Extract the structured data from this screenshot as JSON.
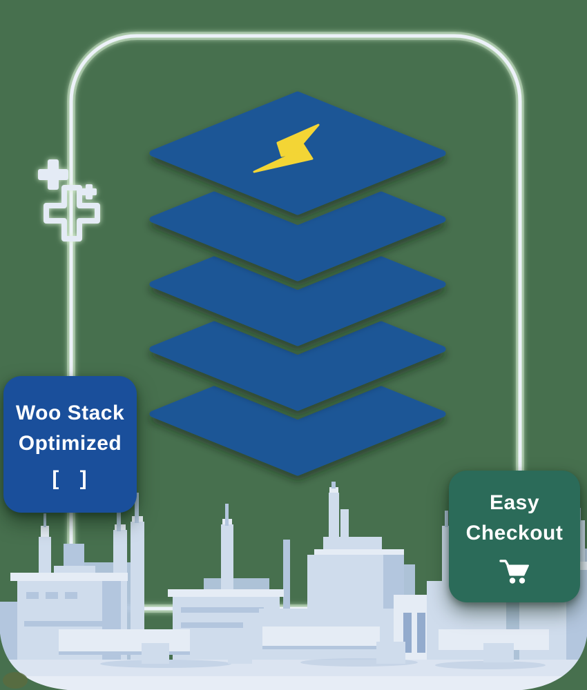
{
  "scene": {
    "background_color": "#47704e",
    "frame": {
      "border_color": "#edf2f9",
      "glow_color": "#cfe9cc",
      "shape": "rounded-rectangle"
    },
    "sparkle": {
      "color": "#e4ebf5",
      "icon": "sparkle-plus"
    },
    "stack": {
      "layer_count": 5,
      "layer_color": "#1f5796",
      "bolt_color": "#f3d535",
      "top_icon": "lightning-bolt"
    },
    "left_card": {
      "line1": "Woo Stack",
      "line2": "Optimized",
      "brackets": "[ ]",
      "bg_color": "#1a4f9b",
      "text_color": "#ffffff"
    },
    "right_card": {
      "line1": "Easy",
      "line2": "Checkout",
      "icon": "shopping-cart",
      "bg_color": "#2b6b59",
      "text_color": "#ffffff"
    },
    "city": {
      "style": "futuristic light-blue skyline",
      "palette": [
        "#e5ecf5",
        "#cfdcec",
        "#b3c6de",
        "#93abcd",
        "#6d8cb4",
        "#dbe4f1"
      ]
    }
  }
}
